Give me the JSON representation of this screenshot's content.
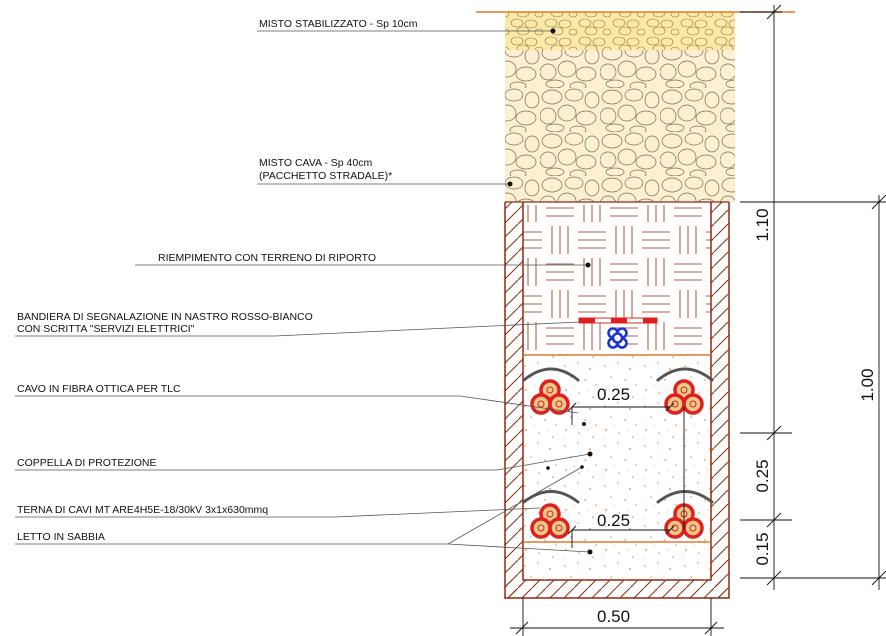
{
  "labels": {
    "misto_stabilizzato": "MISTO STABILIZZATO - Sp 10cm",
    "misto_cava_1": "MISTO CAVA - Sp 40cm",
    "misto_cava_2": "(PACCHETTO STRADALE)*",
    "riempimento": "RIEMPIMENTO CON TERRENO DI RIPORTO",
    "bandiera_1": "BANDIERA DI SEGNALAZIONE IN NASTRO ROSSO-BIANCO",
    "bandiera_2": "CON SCRITTA \"SERVIZI ELETTRICI\"",
    "fibra": "CAVO IN FIBRA OTTICA PER TLC",
    "coppella": "COPPELLA DI PROTEZIONE",
    "terna": "TERNA DI CAVI MT ARE4H5E-18/30kV 3x1x630mmq",
    "letto": "LETTO IN SABBIA"
  },
  "dimensions": {
    "spacing_top": "0.25",
    "spacing_bottom": "0.25",
    "width": "0.50",
    "total_depth": "1.10",
    "trench_depth": "1.00",
    "cable_spacing": "0.25",
    "bed_depth": "0.15"
  },
  "colors": {
    "stabilizzato": "#fde9a6",
    "cava": "#fdf0d2",
    "trench_wall": "#8b2a10",
    "orange_line": "#e07a2a",
    "cable_red": "#e02020",
    "cable_core": "#e8c98a",
    "fiber_blue": "#1a34d8"
  }
}
